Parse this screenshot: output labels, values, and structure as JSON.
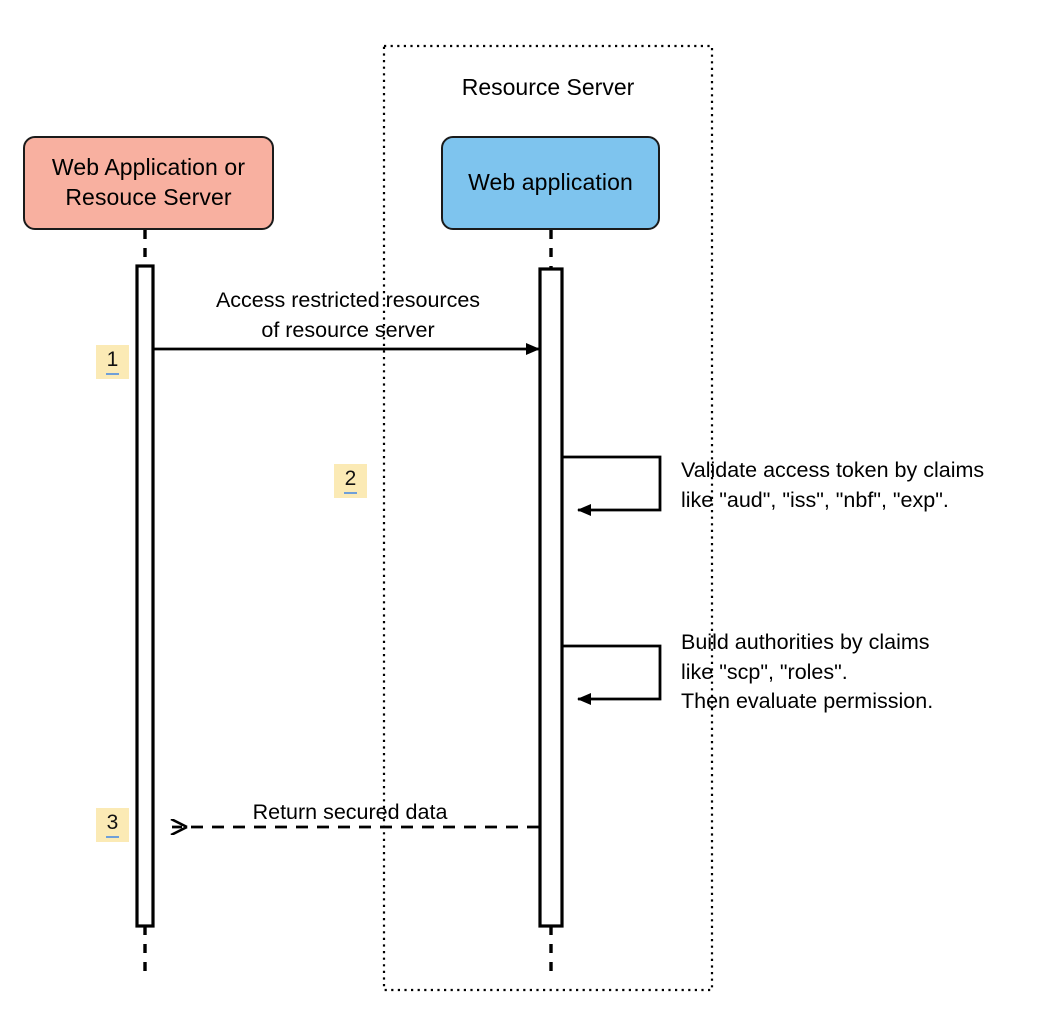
{
  "diagram": {
    "type": "uml-sequence-diagram",
    "title": "",
    "background_color": "#ffffff",
    "boundary": {
      "label": "Resource Server",
      "style": "dotted",
      "border_color": "#000000"
    },
    "participants": [
      {
        "id": "client",
        "label": "Web Application or\nResouce Server",
        "fill_color": "#f8b0a0",
        "border_color": "#1a1a1a"
      },
      {
        "id": "server",
        "label": "Web application",
        "fill_color": "#7ec4ee",
        "border_color": "#1a1a1a"
      }
    ],
    "steps": [
      {
        "number": "1",
        "badge_color": "#fbeab5",
        "underline_color": "#6f9fd8"
      },
      {
        "number": "2",
        "badge_color": "#fbeab5",
        "underline_color": "#6f9fd8"
      },
      {
        "number": "3",
        "badge_color": "#fbeab5",
        "underline_color": "#6f9fd8"
      }
    ],
    "messages": [
      {
        "id": "m1",
        "step": "1",
        "text": "Access restricted resources\nof resource server",
        "from": "client",
        "to": "server",
        "line_style": "solid",
        "arrow_head": "filled"
      },
      {
        "id": "m2",
        "step": "2",
        "text": "Validate access token by claims\nlike \"aud\", \"iss\", \"nbf\", \"exp\".",
        "from": "server",
        "to": "server",
        "line_style": "solid",
        "arrow_head": "filled",
        "self_call": true
      },
      {
        "id": "m3",
        "step": "",
        "text": "Build authorities by claims\nlike \"scp\", \"roles\".\nThen evaluate permission.",
        "from": "server",
        "to": "server",
        "line_style": "solid",
        "arrow_head": "filled",
        "self_call": true
      },
      {
        "id": "m4",
        "step": "3",
        "text": "Return secured data",
        "from": "server",
        "to": "client",
        "line_style": "dashed",
        "arrow_head": "open"
      }
    ]
  }
}
